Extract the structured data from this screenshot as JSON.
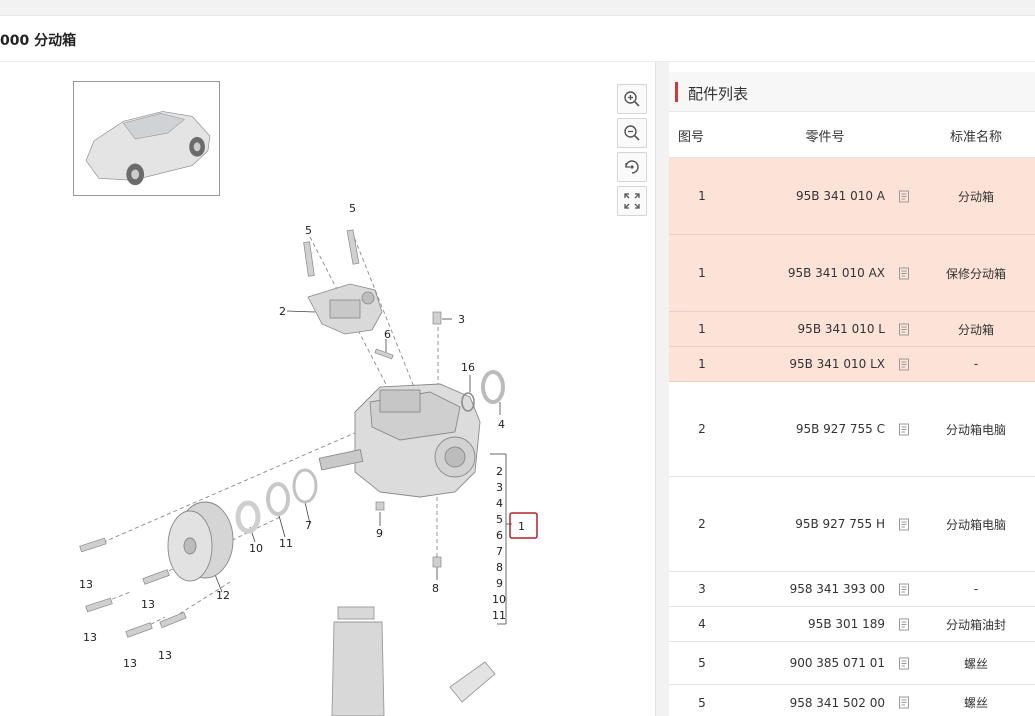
{
  "page": {
    "title": "000 分动箱"
  },
  "tools": [
    {
      "name": "zoom-in-icon"
    },
    {
      "name": "zoom-out-icon"
    },
    {
      "name": "reset-icon"
    },
    {
      "name": "fullscreen-icon"
    }
  ],
  "diagram": {
    "callouts": [
      "1",
      "2",
      "3",
      "4",
      "5",
      "6",
      "7",
      "8",
      "9",
      "10",
      "11",
      "12",
      "13",
      "16"
    ],
    "index_list": [
      "2",
      "3",
      "4",
      "5",
      "6",
      "7",
      "8",
      "9",
      "10",
      "11"
    ],
    "selected_callout": "1"
  },
  "panel": {
    "title": "配件列表",
    "columns": {
      "fig_no": "图号",
      "part_no": "零件号",
      "std_name": "标准名称"
    },
    "rows": [
      {
        "fig_no": "1",
        "part_no": "95B 341 010 A",
        "std_name": "分动箱",
        "highlight": true
      },
      {
        "fig_no": "1",
        "part_no": "95B 341 010 AX",
        "std_name": "保修分动箱",
        "highlight": true
      },
      {
        "fig_no": "1",
        "part_no": "95B 341 010 L",
        "std_name": "分动箱",
        "highlight": true
      },
      {
        "fig_no": "1",
        "part_no": "95B 341 010 LX",
        "std_name": "-",
        "highlight": true
      },
      {
        "fig_no": "2",
        "part_no": "95B 927 755 C",
        "std_name": "分动箱电脑",
        "highlight": false
      },
      {
        "fig_no": "2",
        "part_no": "95B 927 755 H",
        "std_name": "分动箱电脑",
        "highlight": false
      },
      {
        "fig_no": "3",
        "part_no": "958 341 393 00",
        "std_name": "-",
        "highlight": false
      },
      {
        "fig_no": "4",
        "part_no": "95B 301 189",
        "std_name": "分动箱油封",
        "highlight": false
      },
      {
        "fig_no": "5",
        "part_no": "900 385 071 01",
        "std_name": "螺丝",
        "highlight": false
      },
      {
        "fig_no": "5",
        "part_no": "958 341 502 00",
        "std_name": "螺丝",
        "highlight": false
      }
    ]
  },
  "colors": {
    "accent": "#dd3333",
    "highlight_row": "#fde3d7",
    "callout_box": "#b3202a"
  }
}
